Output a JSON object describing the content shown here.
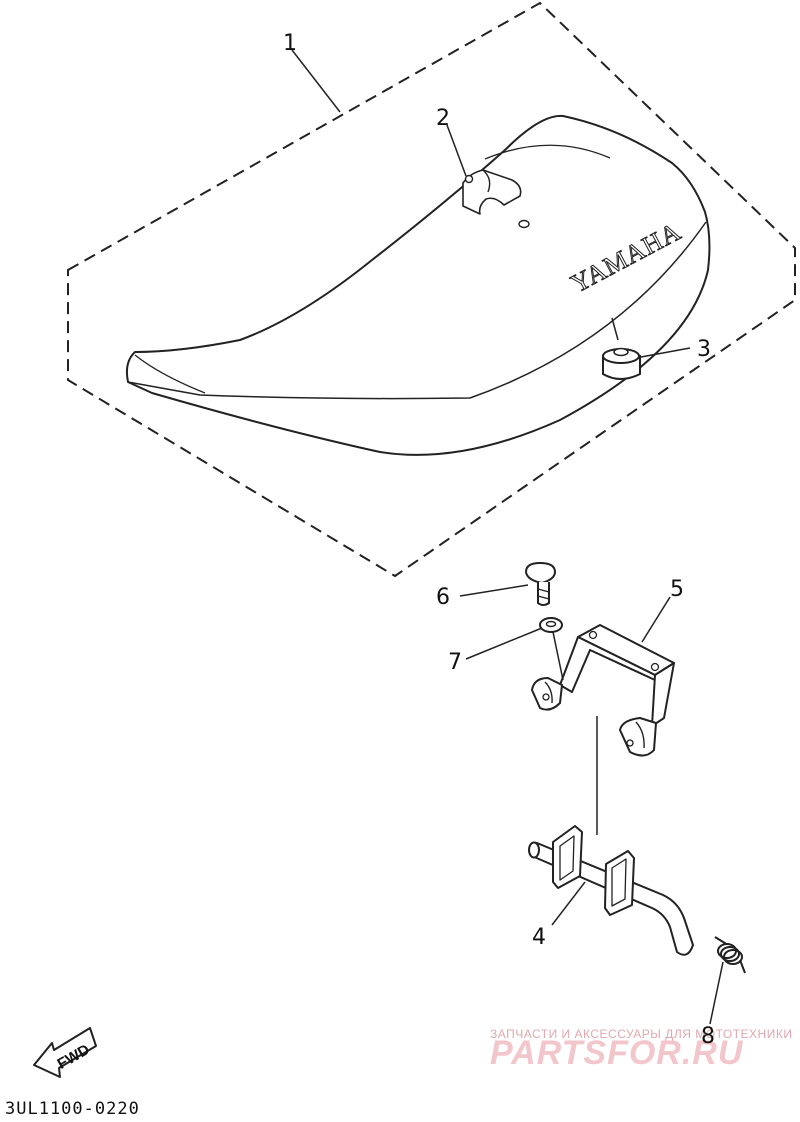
{
  "diagram": {
    "callouts": [
      {
        "id": "1",
        "label": "1",
        "part": "seat"
      },
      {
        "id": "2",
        "label": "2",
        "part": "seat-hook"
      },
      {
        "id": "3",
        "label": "3",
        "part": "rubber-damper"
      },
      {
        "id": "4",
        "label": "4",
        "part": "seat-lock-lever"
      },
      {
        "id": "5",
        "label": "5",
        "part": "seat-bracket"
      },
      {
        "id": "6",
        "label": "6",
        "part": "bolt"
      },
      {
        "id": "7",
        "label": "7",
        "part": "washer"
      },
      {
        "id": "8",
        "label": "8",
        "part": "spring"
      }
    ],
    "seat_brand": "YAMAHA",
    "fwd_label": "FWD",
    "drawing_code": "3UL1100-0220"
  },
  "watermark": {
    "tagline": "ЗАПЧАСТИ И АКСЕССУАРЫ ДЛЯ МОТОТЕХНИКИ",
    "logo": "PARTSFOR.RU",
    "color": "#e8a0a8"
  }
}
